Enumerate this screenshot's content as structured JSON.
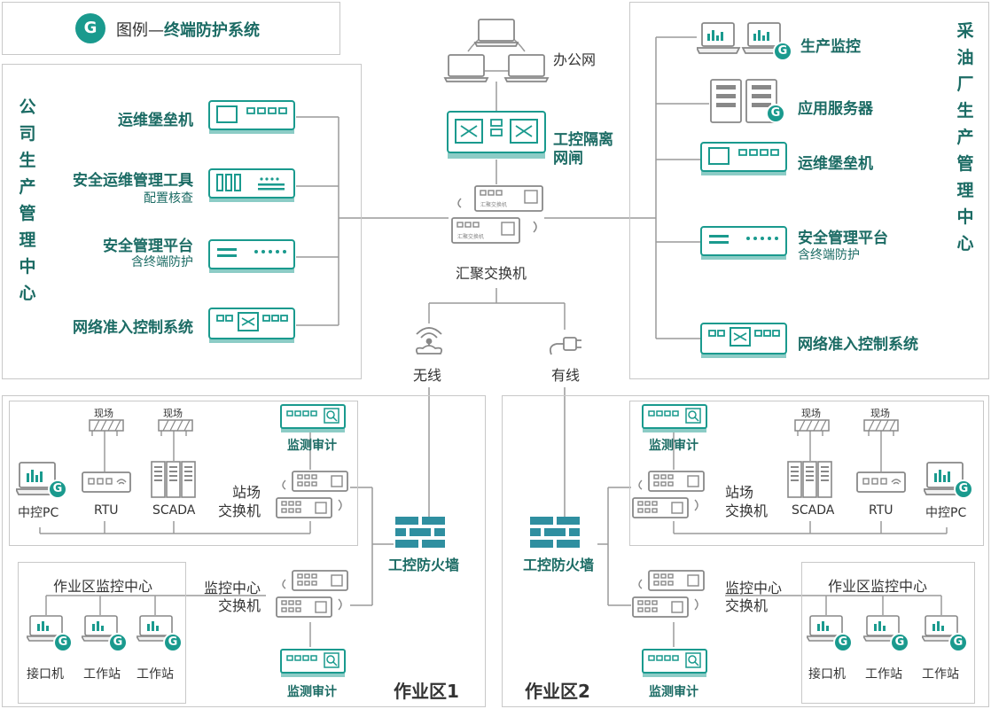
{
  "legend": {
    "badge": "G",
    "prefix": "图例—",
    "label": "终端防护系统"
  },
  "colors": {
    "teal": "#1a9a8e",
    "text_teal": "#1b6b64",
    "line": "#9a9a9a"
  },
  "company_center": {
    "title": "公司生产管理中心",
    "items": [
      {
        "label": "运维堡垒机",
        "sub": ""
      },
      {
        "label": "安全运维管理工具",
        "sub": "配置核查"
      },
      {
        "label": "安全管理平台",
        "sub": "含终端防护"
      },
      {
        "label": "网络准入控制系统",
        "sub": ""
      }
    ]
  },
  "plant_center": {
    "title": "采油厂生产管理中心",
    "items": [
      {
        "label": "生产监控",
        "sub": ""
      },
      {
        "label": "应用服务器",
        "sub": ""
      },
      {
        "label": "运维堡垒机",
        "sub": ""
      },
      {
        "label": "安全管理平台",
        "sub": "含终端防护"
      },
      {
        "label": "网络准入控制系统",
        "sub": ""
      }
    ]
  },
  "core": {
    "office_net": "办公网",
    "gateway_line1": "工控隔离",
    "gateway_line2": "网闸",
    "agg_switch": "汇聚交换机",
    "agg_switch_small": "汇聚交换机",
    "wireless": "无线",
    "wired": "有线"
  },
  "zone1": {
    "title": "作业区1",
    "field1": "现场",
    "field2": "现场",
    "audit_top": "监测审计",
    "station_switch_line1": "站场",
    "station_switch_line2": "交换机",
    "pc": "中控PC",
    "rtu": "RTU",
    "scada": "SCADA",
    "firewall": "工控防火墙",
    "monitor_center": "作业区监控中心",
    "mc_switch_line1": "监控中心",
    "mc_switch_line2": "交换机",
    "ws1": "接口机",
    "ws2": "工作站",
    "ws3": "工作站",
    "audit_bottom": "监测审计"
  },
  "zone2": {
    "title": "作业区2",
    "field1": "现场",
    "field2": "现场",
    "audit_top": "监测审计",
    "station_switch_line1": "站场",
    "station_switch_line2": "交换机",
    "pc": "中控PC",
    "rtu": "RTU",
    "scada": "SCADA",
    "firewall": "工控防火墙",
    "monitor_center": "作业区监控中心",
    "mc_switch_line1": "监控中心",
    "mc_switch_line2": "交换机",
    "ws1": "接口机",
    "ws2": "工作站",
    "ws3": "工作站",
    "audit_bottom": "监测审计"
  }
}
